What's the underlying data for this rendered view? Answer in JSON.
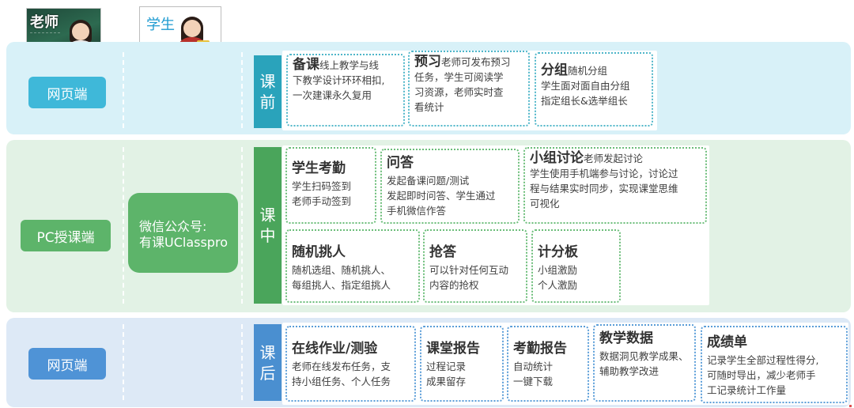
{
  "header": {
    "teacher_label": "老师",
    "student_label": "学生"
  },
  "platforms": {
    "top": "网页端",
    "middle": "PC授课端",
    "bottom": "网页端"
  },
  "wechat": {
    "line1": "微信公众号:",
    "line2": "有课UClasspro"
  },
  "phases": {
    "before": [
      "课",
      "前"
    ],
    "during": [
      "课",
      "中"
    ],
    "after": [
      "课",
      "后"
    ]
  },
  "before_cards": [
    {
      "title": "备课",
      "lead": "线上教学与线",
      "lines": [
        "下教学设计环环相扣,",
        "一次建课永久复用"
      ]
    },
    {
      "title": "预习",
      "lead": "老师可发布预习",
      "lines": [
        "任务，学生可阅读学",
        "习资源，老师实时查",
        "看统计"
      ]
    },
    {
      "title": "分组",
      "lead": "随机分组",
      "lines": [
        "学生面对面自由分组",
        "指定组长&选举组长"
      ]
    }
  ],
  "during_cards": [
    {
      "title": "学生考勤",
      "lines": [
        "学生扫码签到",
        "老师手动签到"
      ]
    },
    {
      "title": "问答",
      "lines": [
        "发起备课问题/测试",
        "发起即时问答、学生通过",
        "手机微信作答"
      ]
    },
    {
      "title": "小组讨论",
      "lead": "老师发起讨论",
      "lines": [
        "学生使用手机端参与讨论，讨论过",
        "程与结果实时同步，实现课堂思维",
        "可视化"
      ]
    },
    {
      "title": "随机挑人",
      "lines": [
        "随机选组、随机挑人、",
        "每组挑人、指定组挑人"
      ]
    },
    {
      "title": "抢答",
      "lines": [
        "可以针对任何互动",
        "内容的抢权"
      ]
    },
    {
      "title": "计分板",
      "lines": [
        "小组激励",
        "个人激励"
      ]
    }
  ],
  "after_cards": [
    {
      "title": "在线作业/测验",
      "lines": [
        "老师在线发布任务，支",
        "持小组任务、个人任务"
      ]
    },
    {
      "title": "课堂报告",
      "lines": [
        "过程记录",
        "成果留存"
      ]
    },
    {
      "title": "考勤报告",
      "lines": [
        "自动统计",
        "一键下载"
      ]
    },
    {
      "title": "教学数据",
      "lines": [
        "数据洞见教学成果、",
        "辅助教学改进"
      ]
    },
    {
      "title": "成绩单",
      "lines": [
        "记录学生全部过程性得分,",
        "可随时导出，减少老师手",
        "工记录统计工作量"
      ]
    }
  ],
  "colors": {
    "band_top": "#d8f1f8",
    "band_middle": "#e2f2e5",
    "band_bottom": "#dde9f6",
    "accent_teal": "#2aa3bb",
    "accent_green": "#4aa55b",
    "accent_blue": "#4a8fd0"
  }
}
